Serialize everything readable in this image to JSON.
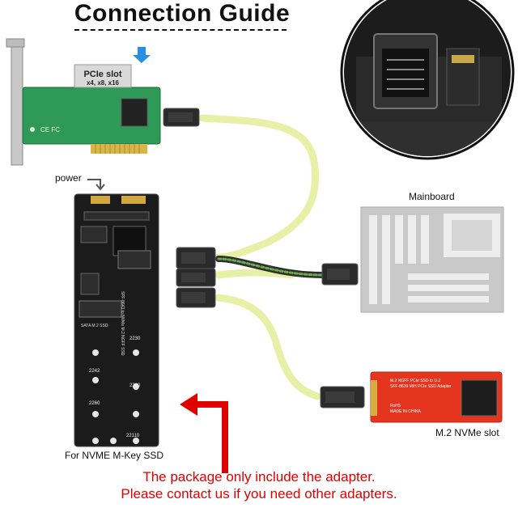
{
  "title": "Connection Guide",
  "labels": {
    "power": "power",
    "mainboard": "Mainboard",
    "m2_slot": "M.2 NVMe slot",
    "ssd_board": "For NVME M-Key SSD"
  },
  "pcie_card": {
    "slot_title": "PCIe slot",
    "slot_lanes": "x4, x8, x16",
    "board_marks": "CE FC"
  },
  "adapter_board": {
    "model_text": "SFF-8643 to NVMe M.2 NGFF SSD",
    "sizes": [
      "2230",
      "2242",
      "2260",
      "2280",
      "22110"
    ],
    "sata_label": "SATA M.2 SSD"
  },
  "m2_card": {
    "line1": "M.2 NGFF PCIe SSD to U.2",
    "line2": "SFF-8639 M/H PCIe SSD Adapter",
    "line3": "RoHS",
    "line4": "MADE IN CHINA"
  },
  "notes": {
    "line1": "The package only include the adapter.",
    "line2": "Please contact us if you need other adapters."
  },
  "colors": {
    "cable_sheath": "#e8f0a8",
    "pcb_green": "#2f9a57",
    "pcb_black": "#1b1b1b",
    "m2_red": "#e5351f",
    "mainboard_gray": "#c9c9c9",
    "arrow_red": "#e00000",
    "arrow_blue": "#2a8fe0"
  }
}
